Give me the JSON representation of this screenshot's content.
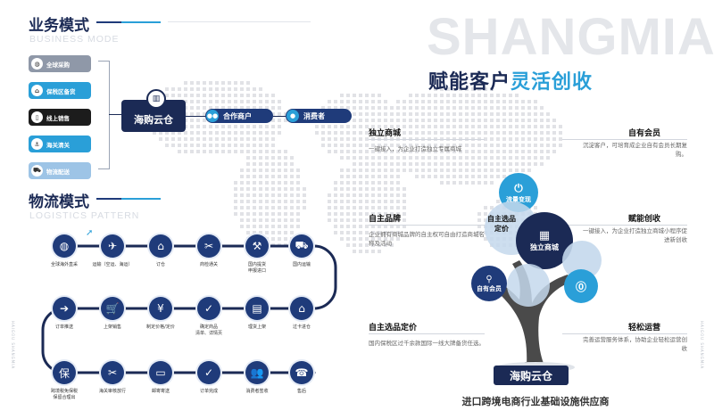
{
  "brand_watermark": "SHANGMIA",
  "business": {
    "title": "业务模式",
    "subtitle": "BUSINESS MODE",
    "items": [
      {
        "label": "全球采购",
        "icon": "globe-icon",
        "color": "#8f98a8"
      },
      {
        "label": "保税区备货",
        "icon": "bank-icon",
        "color": "#2a9fd8"
      },
      {
        "label": "线上销售",
        "icon": "phone-icon",
        "color": "#1c1c1c"
      },
      {
        "label": "海关清关",
        "icon": "anchor-icon",
        "color": "#2a9fd8"
      },
      {
        "label": "物流配送",
        "icon": "truck-icon",
        "color": "#9dc4e6"
      }
    ],
    "hub": "海购云仓",
    "partner": "合作商户",
    "consumer": "消费者"
  },
  "logistics": {
    "title": "物流模式",
    "subtitle": "LOGISTICS PATTERN",
    "row1": [
      {
        "label": "全球海外直采",
        "icon": "globe-icon",
        "glyph": "◍"
      },
      {
        "label": "运输（空运、海运）",
        "icon": "plane-icon",
        "glyph": "✈"
      },
      {
        "label": "订仓",
        "icon": "warehouse-icon",
        "glyph": "⌂"
      },
      {
        "label": "商检通关",
        "icon": "customs-icon",
        "glyph": "✂"
      },
      {
        "label": "国内提货\n申报进口",
        "icon": "declare-icon",
        "glyph": "⚒"
      },
      {
        "label": "国内运输",
        "icon": "truck-icon",
        "glyph": "⛟"
      }
    ],
    "row2": [
      {
        "label": "订单推送",
        "icon": "arrow-right-icon",
        "glyph": "➔"
      },
      {
        "label": "上架销售",
        "icon": "cart-icon",
        "glyph": "🛒"
      },
      {
        "label": "制定价格/定价",
        "icon": "yen-icon",
        "glyph": "¥"
      },
      {
        "label": "确定商品\n清单、详情页",
        "icon": "clipboard-icon",
        "glyph": "✓"
      },
      {
        "label": "理货上架",
        "icon": "shelf-icon",
        "glyph": "▤"
      },
      {
        "label": "过卡进仓",
        "icon": "house-icon",
        "glyph": "⌂"
      }
    ],
    "row3": [
      {
        "label": "跨境税免保税\n保留合理出",
        "icon": "bond-icon",
        "glyph": "保"
      },
      {
        "label": "海关审核放行",
        "icon": "tools-icon",
        "glyph": "✂"
      },
      {
        "label": "邮寄寄送",
        "icon": "postbox-icon",
        "glyph": "▭"
      },
      {
        "label": "订单完成",
        "icon": "check-icon",
        "glyph": "✓"
      },
      {
        "label": "消费者签收",
        "icon": "people-icon",
        "glyph": "👥"
      },
      {
        "label": "售后",
        "icon": "headset-icon",
        "glyph": "☎"
      }
    ]
  },
  "empower": {
    "headline_a": "赋能客户",
    "headline_b": "灵活创收",
    "features": [
      {
        "title": "独立商城",
        "desc": "一键接入，为企业打造独立专属商城"
      },
      {
        "title": "自有会员",
        "desc": "沉淀客户，可培育成企业自有会员长期复购。"
      },
      {
        "title": "自主品牌",
        "desc": "企业拥有商城品牌的自主权可自由打造商城名称及活动"
      },
      {
        "title": "赋能创收",
        "desc": "一键接入，为企业打造独立商城小程序促进新创收"
      },
      {
        "title": "自主选品定价",
        "desc": "国内保税区过千余款国际一线大牌备货任选。"
      },
      {
        "title": "轻松运营",
        "desc": "完善运营服务体系，协助企业轻松运营创收"
      }
    ],
    "tree": {
      "leaf_traffic": "流量变现",
      "leaf_mall": "独立商城",
      "leaf_member": "自有会员",
      "label_pricing": "自主选品\n定价",
      "trunk": "海购云仓",
      "tagline": "进口跨境电商行业基础设施供应商"
    }
  },
  "colors": {
    "navy": "#1b2a55",
    "blue": "#2a9fd8",
    "leaf_light": "#c4d8ec"
  }
}
